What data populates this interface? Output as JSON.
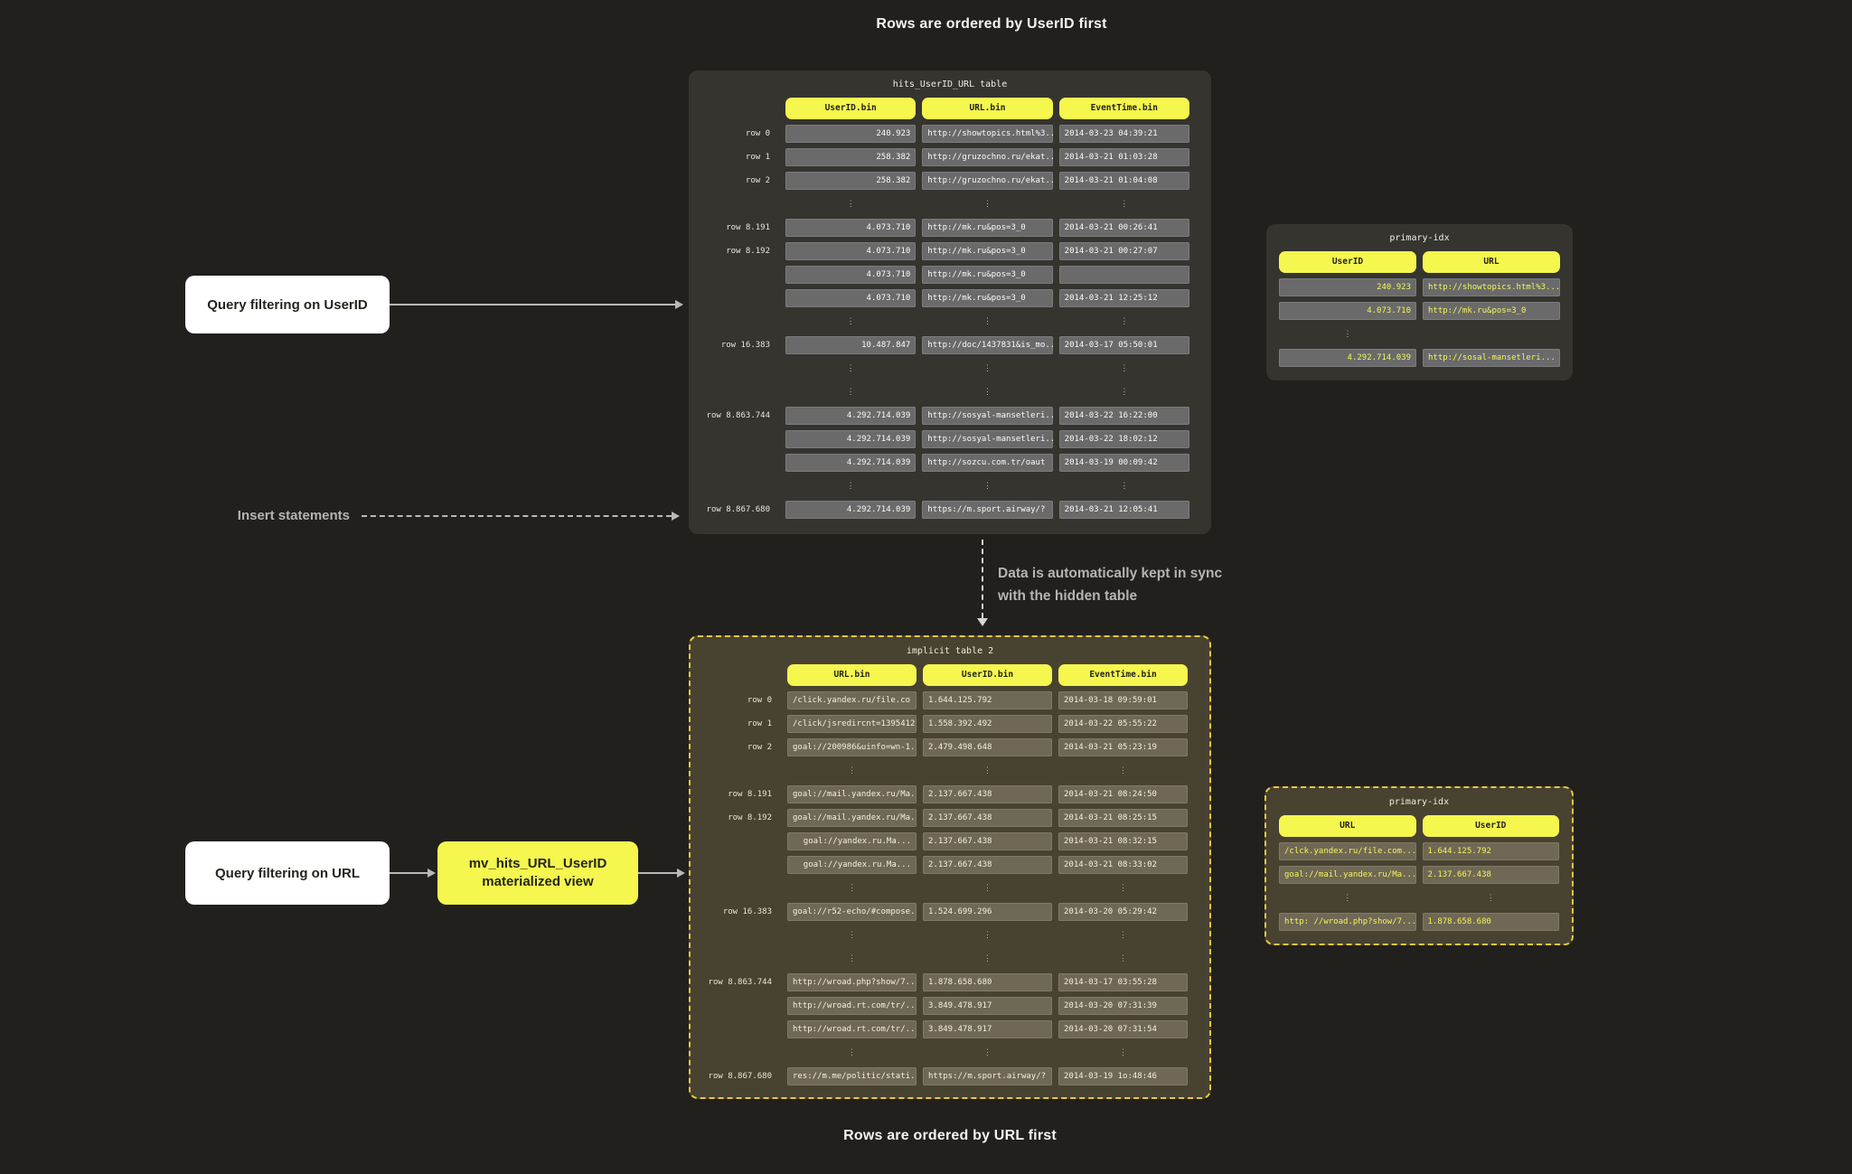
{
  "captions": {
    "top": "Rows are ordered by UserID first",
    "bottom": "Rows are ordered by URL first"
  },
  "annotations": {
    "query_userid": "Query filtering on UserID",
    "insert_statements": "Insert statements",
    "sync_line1": "Data is automatically kept in sync",
    "sync_line2": "with the hidden table",
    "query_url": "Query filtering on URL",
    "mv_line1": "mv_hits_URL_UserID",
    "mv_line2": "materialized view"
  },
  "colors": {
    "background": "#21201d",
    "panel_dark": "#35342f",
    "panel_olive": "#484231",
    "header_yellow": "#f5f64e",
    "dashed_border_gold": "#eec63e",
    "index_value_yellow": "#f4f557",
    "cell_gray": "#6a6a6b",
    "cell_olive": "#6f6855",
    "arrow_gray": "#b9b9b6"
  },
  "top_table": {
    "title": "hits_UserID_URL table",
    "has_row_labels": true,
    "columns": [
      "UserID.bin",
      "URL.bin",
      "EventTime.bin"
    ],
    "rows": [
      {
        "label": "row 0",
        "cells": [
          "240.923",
          "http://showtopics.html%3...",
          "2014-03-23 04:39:21"
        ]
      },
      {
        "label": "row 1",
        "cells": [
          "258.382",
          "http://gruzochno.ru/ekat...",
          "2014-03-21 01:03:28"
        ]
      },
      {
        "label": "row 2",
        "cells": [
          "258.382",
          "http://gruzochno.ru/ekat...",
          "2014-03-21 01:04:08"
        ]
      },
      {
        "type": "ellipsis",
        "cells": [
          "⋮",
          "⋮",
          "⋮"
        ]
      },
      {
        "label": "row 8.191",
        "cells": [
          "4.073.710",
          "http://mk.ru&pos=3_0",
          "2014-03-21 00:26:41"
        ]
      },
      {
        "label": "row 8.192",
        "cells": [
          "4.073.710",
          "http://mk.ru&pos=3_0",
          "2014-03-21 00:27:07"
        ]
      },
      {
        "label": "",
        "cells": [
          "4.073.710",
          "http://mk.ru&pos=3_0",
          ""
        ]
      },
      {
        "label": "",
        "cells": [
          "4.073.710",
          "http://mk.ru&pos=3_0",
          "2014-03-21 12:25:12"
        ]
      },
      {
        "type": "ellipsis",
        "cells": [
          "⋮",
          "⋮",
          "⋮"
        ]
      },
      {
        "label": "row 16.383",
        "cells": [
          "10.487.847",
          "http://doc/1437831&is_mo...",
          "2014-03-17 05:50:01"
        ]
      },
      {
        "type": "ellipsis",
        "cells": [
          "⋮",
          "⋮",
          "⋮"
        ]
      },
      {
        "type": "ellipsis",
        "cells": [
          "⋮",
          "⋮",
          "⋮"
        ]
      },
      {
        "label": "row 8.863.744",
        "cells": [
          "4.292.714.039",
          "http://sosyal-mansetleri...",
          "2014-03-22 16:22:00"
        ]
      },
      {
        "label": "",
        "cells": [
          "4.292.714.039",
          "http://sosyal-mansetleri...",
          "2014-03-22 18:02:12"
        ]
      },
      {
        "label": "",
        "cells": [
          "4.292.714.039",
          "http://sozcu.com.tr/oaut",
          "2014-03-19 00:09:42"
        ]
      },
      {
        "type": "ellipsis",
        "cells": [
          "⋮",
          "⋮",
          "⋮"
        ]
      },
      {
        "label": "row 8.867.680",
        "cells": [
          "4.292.714.039",
          "https://m.sport.airway/?",
          "2014-03-21 12:05:41"
        ]
      }
    ]
  },
  "top_index": {
    "title": "primary-idx",
    "has_row_labels": false,
    "columns": [
      "UserID",
      "URL"
    ],
    "rows": [
      {
        "cells": [
          "240.923",
          "http://showtopics.html%3..."
        ]
      },
      {
        "cells": [
          "4.073.710",
          "http://mk.ru&pos=3_0"
        ]
      },
      {
        "type": "ellipsis",
        "cells": [
          "⋮",
          ""
        ]
      },
      {
        "cells": [
          "4.292.714.039",
          "http://sosal-mansetleri..."
        ]
      }
    ]
  },
  "bottom_table": {
    "title": "implicit table 2",
    "has_row_labels": true,
    "columns": [
      "URL.bin",
      "UserID.bin",
      "EventTime.bin"
    ],
    "rows": [
      {
        "label": "row 0",
        "cells": [
          "/click.yandex.ru/file.co ...",
          "1.644.125.792",
          "2014-03-18 09:59:01"
        ]
      },
      {
        "label": "row 1",
        "cells": [
          "/click/jsredircnt=1395412...",
          "1.558.392.492",
          "2014-03-22 05:55:22"
        ]
      },
      {
        "label": "row 2",
        "cells": [
          "goal://200986&uinfo=wn-1...",
          "2.479.498.648",
          "2014-03-21 05:23:19"
        ]
      },
      {
        "type": "ellipsis",
        "cells": [
          "⋮",
          "⋮",
          "⋮"
        ]
      },
      {
        "label": "row 8.191",
        "cells": [
          "goal://mail.yandex.ru/Ma...",
          "2.137.667.438",
          "2014-03-21 08:24:50"
        ]
      },
      {
        "label": "row 8.192",
        "cells": [
          "goal://mail.yandex.ru/Ma...",
          "2.137.667.438",
          "2014-03-21 08:25:15"
        ]
      },
      {
        "label": "",
        "cells": [
          "goal://yandex.ru.Ma...",
          "2.137.667.438",
          "2014-03-21 08:32:15"
        ]
      },
      {
        "label": "",
        "cells": [
          "goal://yandex.ru.Ma...",
          "2.137.667.438",
          "2014-03-21 08:33:02"
        ]
      },
      {
        "type": "ellipsis",
        "cells": [
          "⋮",
          "⋮",
          "⋮"
        ]
      },
      {
        "label": "row 16.383",
        "cells": [
          "goal://r52-echo/#compose...",
          "1.524.699.296",
          "2014-03-20 05:29:42"
        ]
      },
      {
        "type": "ellipsis",
        "cells": [
          "⋮",
          "⋮",
          "⋮"
        ]
      },
      {
        "type": "ellipsis",
        "cells": [
          "⋮",
          "⋮",
          "⋮"
        ]
      },
      {
        "label": "row 8.863.744",
        "cells": [
          "http://wroad.php?show/7...",
          "1.878.658.680",
          "2014-03-17 03:55:28"
        ]
      },
      {
        "label": "",
        "cells": [
          "http://wroad.rt.com/tr/...",
          "3.849.478.917",
          "2014-03-20 07:31:39"
        ]
      },
      {
        "label": "",
        "cells": [
          "http://wroad.rt.com/tr/...",
          "3.849.478.917",
          "2014-03-20 07:31:54"
        ]
      },
      {
        "type": "ellipsis",
        "cells": [
          "⋮",
          "⋮",
          "⋮"
        ]
      },
      {
        "label": "row 8.867.680",
        "cells": [
          "res://m.me/politic/stati...",
          "https://m.sport.airway/?",
          "2014-03-19 1o:48:46"
        ]
      }
    ]
  },
  "bottom_index": {
    "title": "primary-idx",
    "has_row_labels": false,
    "columns": [
      "URL",
      "UserID"
    ],
    "rows": [
      {
        "cells": [
          "/clck.yandex.ru/file.com...",
          "1.644.125.792"
        ]
      },
      {
        "cells": [
          "goal://mail.yandex.ru/Ma...",
          "2.137.667.438"
        ]
      },
      {
        "type": "ellipsis",
        "cells": [
          "⋮",
          "⋮"
        ]
      },
      {
        "cells": [
          "http: //wroad.php?show/7...",
          "1.878.658.680"
        ]
      }
    ]
  }
}
